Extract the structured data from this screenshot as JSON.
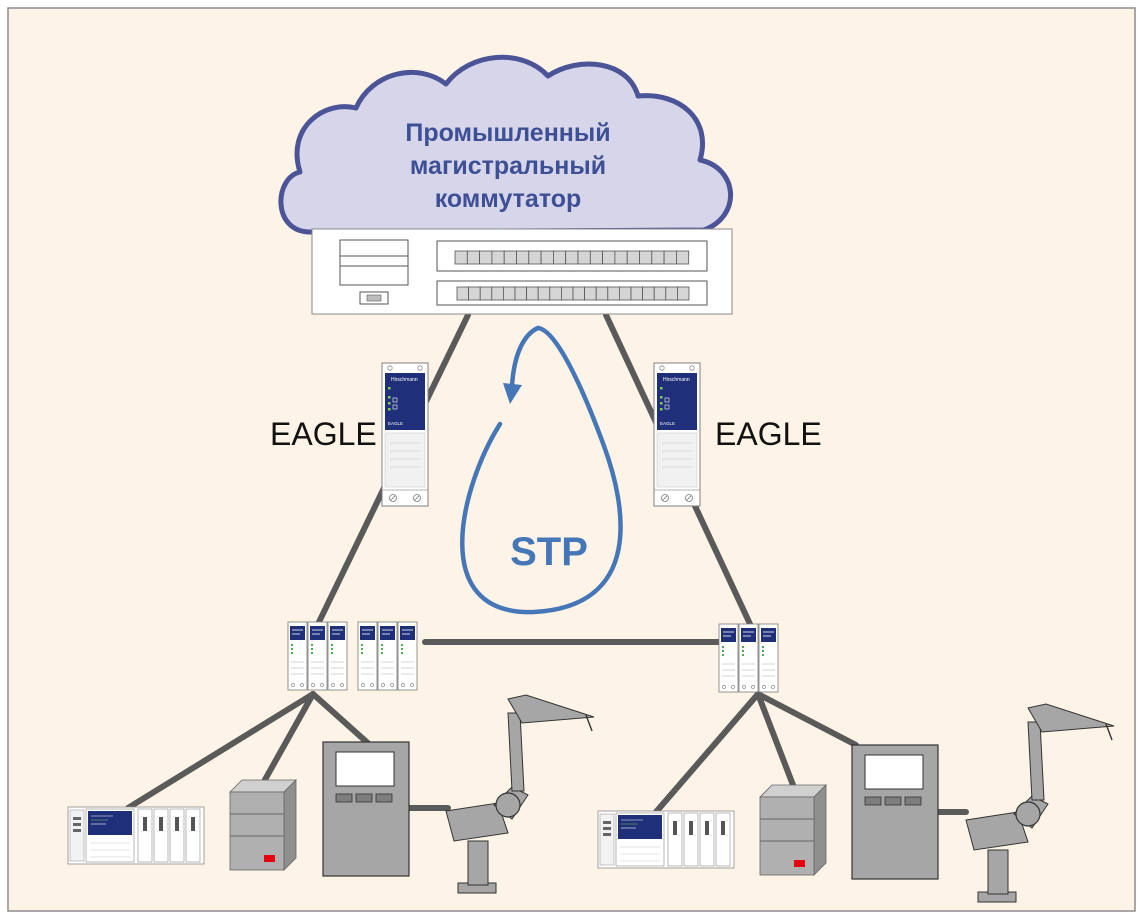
{
  "cloud": {
    "line1": "Промышленный",
    "line2": "магистральный",
    "line3": "коммутатор"
  },
  "labels": {
    "eagle_left": "EAGLE",
    "eagle_right": "EAGLE",
    "stp": "STP"
  },
  "colors": {
    "background": "#fdf3e6",
    "border": "#8c8c8c",
    "cloud_fill": "#d7d5ea",
    "cloud_stroke": "#4a5497",
    "cloud_text": "#3d4f95",
    "link": "#5a5a5a",
    "stp_arrow": "#4577b8",
    "device_blue": "#1f2f7a",
    "machine_gray": "#a6a6a6",
    "indicator_red": "#e60012"
  },
  "icons": [
    "cloud-icon",
    "backbone-switch-icon",
    "eagle-firewall-icon",
    "rail-switch-icon",
    "plc-rack-icon",
    "server-icon",
    "control-panel-icon",
    "robot-arm-icon",
    "stp-loop-arrow-icon"
  ]
}
